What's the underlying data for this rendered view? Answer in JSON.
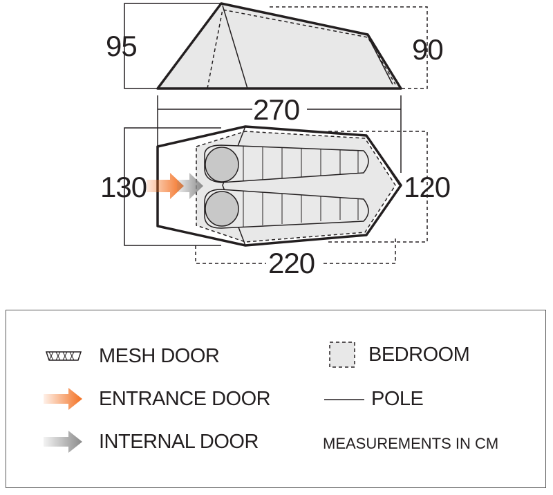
{
  "dimensions": {
    "peak_height": "95",
    "rear_height": "90",
    "total_length": "270",
    "front_width": "130",
    "rear_width": "120",
    "bedroom_length": "220"
  },
  "legend": {
    "mesh_door": "MESH DOOR",
    "entrance_door": "ENTRANCE DOOR",
    "internal_door": "INTERNAL DOOR",
    "bedroom": "BEDROOM",
    "pole": "POLE",
    "units_note": "MEASUREMENTS IN CM"
  },
  "colors": {
    "outline": "#231f20",
    "fabric_fill": "#e8e8e8",
    "entrance_arrow": "#f37021",
    "internal_arrow": "#8a8a8a"
  }
}
